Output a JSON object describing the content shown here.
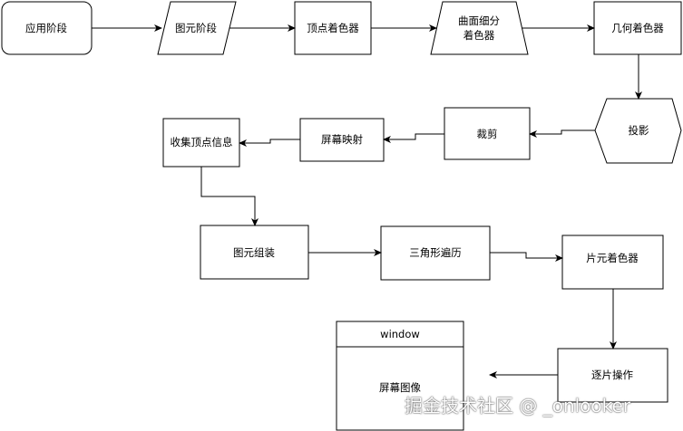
{
  "nodes": {
    "app_stage": "应用阶段",
    "primitive_stage": "图元阶段",
    "vertex_shader": "顶点着色器",
    "tessellation_line1": "曲面细分",
    "tessellation_line2": "着色器",
    "geometry_shader": "几何着色器",
    "projection": "投影",
    "clipping": "裁剪",
    "screen_mapping": "屏幕映射",
    "collect_vertex_info": "收集顶点信息",
    "primitive_assembly": "图元组装",
    "triangle_traversal": "三角形遍历",
    "fragment_shader": "片元着色器",
    "per_fragment_ops": "逐片操作",
    "window_title": "window",
    "screen_image": "屏幕图像"
  },
  "watermark": "掘金技术社区 @ _onlooker",
  "colors": {
    "stroke": "#000000",
    "fill": "#ffffff",
    "text": "#000000"
  }
}
